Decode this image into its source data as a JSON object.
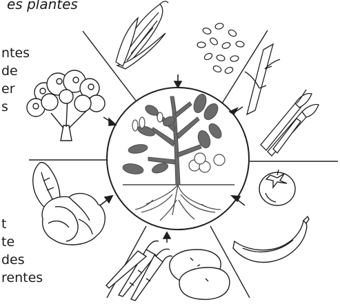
{
  "title_fragment": "es plantes",
  "text_top": [
    "ntes",
    "de",
    "er",
    "s"
  ],
  "text_bottom": [
    "t",
    "te",
    "des",
    "rentes"
  ],
  "stroke_color": "#1f1f1f",
  "plant_color": "#6b6b6b",
  "segments": [
    {
      "name": "corn-and-beans",
      "icons": [
        "corn-icon",
        "beans-icon"
      ]
    },
    {
      "name": "stems",
      "icons": [
        "sugarcane-icon",
        "celery-icon"
      ]
    },
    {
      "name": "fruits",
      "icons": [
        "tomato-icon",
        "banana-icon"
      ]
    },
    {
      "name": "roots-tubers",
      "icons": [
        "carrot-icon",
        "potato-icon"
      ]
    },
    {
      "name": "leaves",
      "icons": [
        "lettuce-icon",
        "cabbage-icon"
      ]
    },
    {
      "name": "flowers",
      "icons": [
        "broccoli-icon"
      ]
    }
  ]
}
